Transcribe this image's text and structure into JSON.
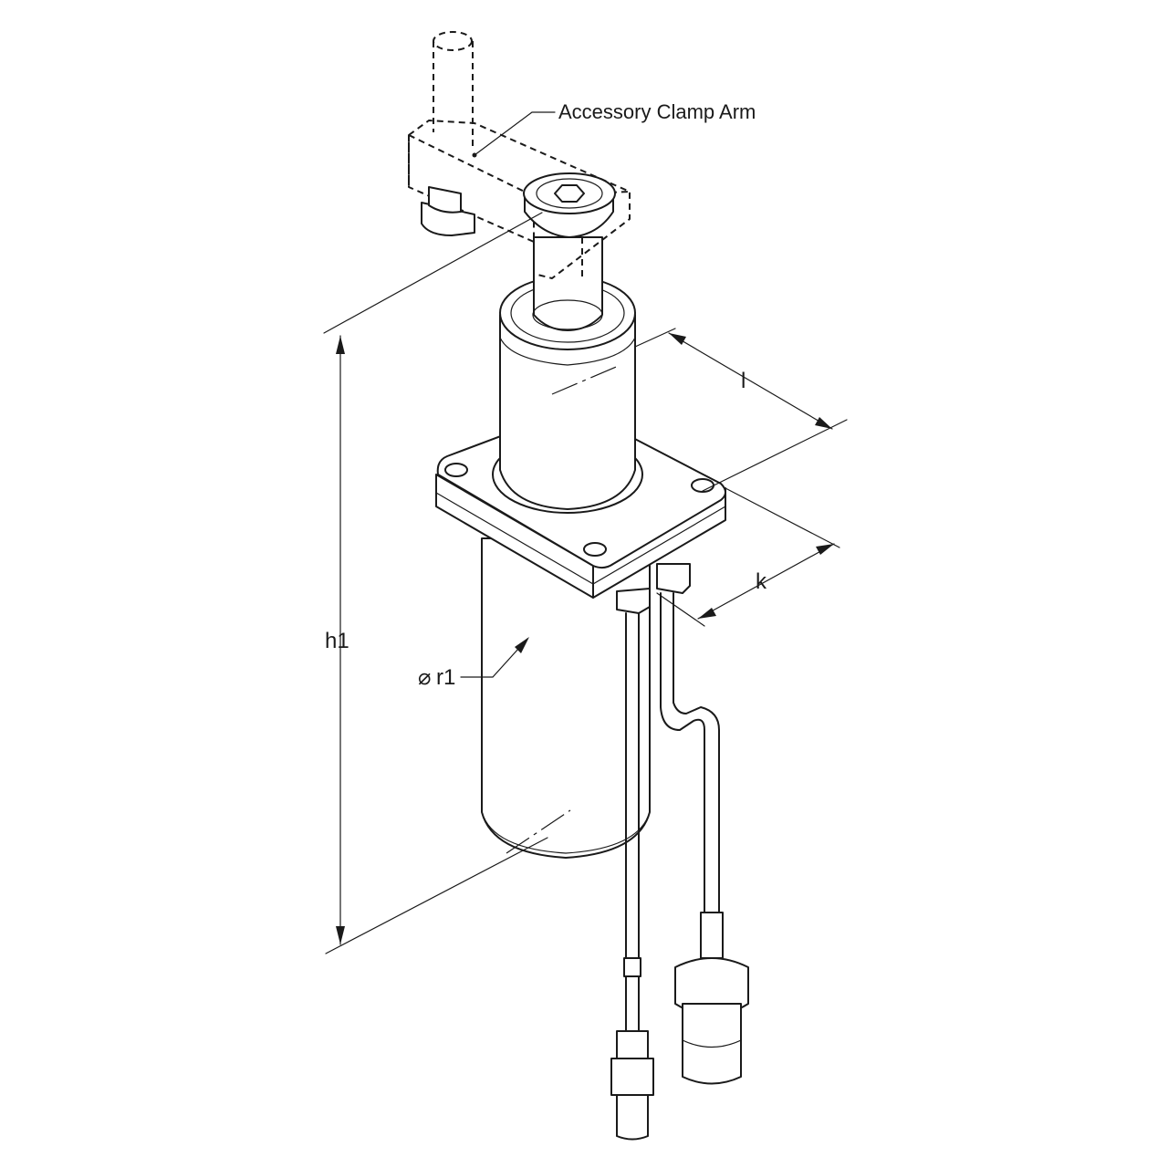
{
  "labels": {
    "accessory": "Accessory Clamp Arm",
    "l": "l",
    "k": "k",
    "h1": "h1",
    "r1": "r1",
    "diameter_symbol": "⌀"
  },
  "colors": {
    "line": "#1a1a1a",
    "background": "#ffffff"
  }
}
